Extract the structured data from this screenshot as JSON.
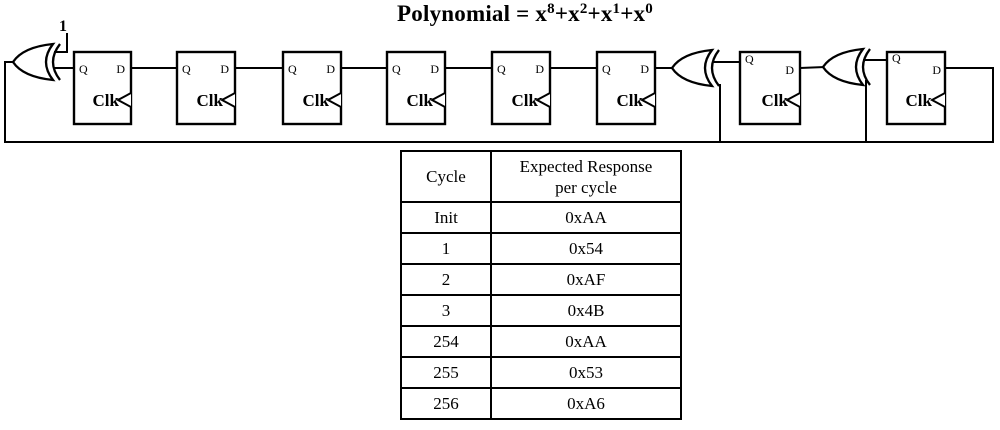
{
  "title": {
    "parts": [
      "Polynomial = x",
      "8",
      "+x",
      "2",
      "+x",
      "1",
      "+x",
      "0"
    ]
  },
  "circuit": {
    "input_constant": "1",
    "ff": {
      "q": "Q",
      "d": "D",
      "clk": "Clk"
    },
    "flipflop_count": 8,
    "xor_gate_count": 3
  },
  "table": {
    "headers": {
      "cycle": "Cycle",
      "response_line1": "Expected Response",
      "response_line2": "per cycle"
    },
    "rows": [
      {
        "cycle": "Init",
        "response": "0xAA"
      },
      {
        "cycle": "1",
        "response": "0x54"
      },
      {
        "cycle": "2",
        "response": "0xAF"
      },
      {
        "cycle": "3",
        "response": "0x4B"
      },
      {
        "cycle": "254",
        "response": "0xAA"
      },
      {
        "cycle": "255",
        "response": "0x53"
      },
      {
        "cycle": "256",
        "response": "0xA6"
      }
    ]
  },
  "colors": {
    "ink": "#000000",
    "background": "#ffffff"
  }
}
